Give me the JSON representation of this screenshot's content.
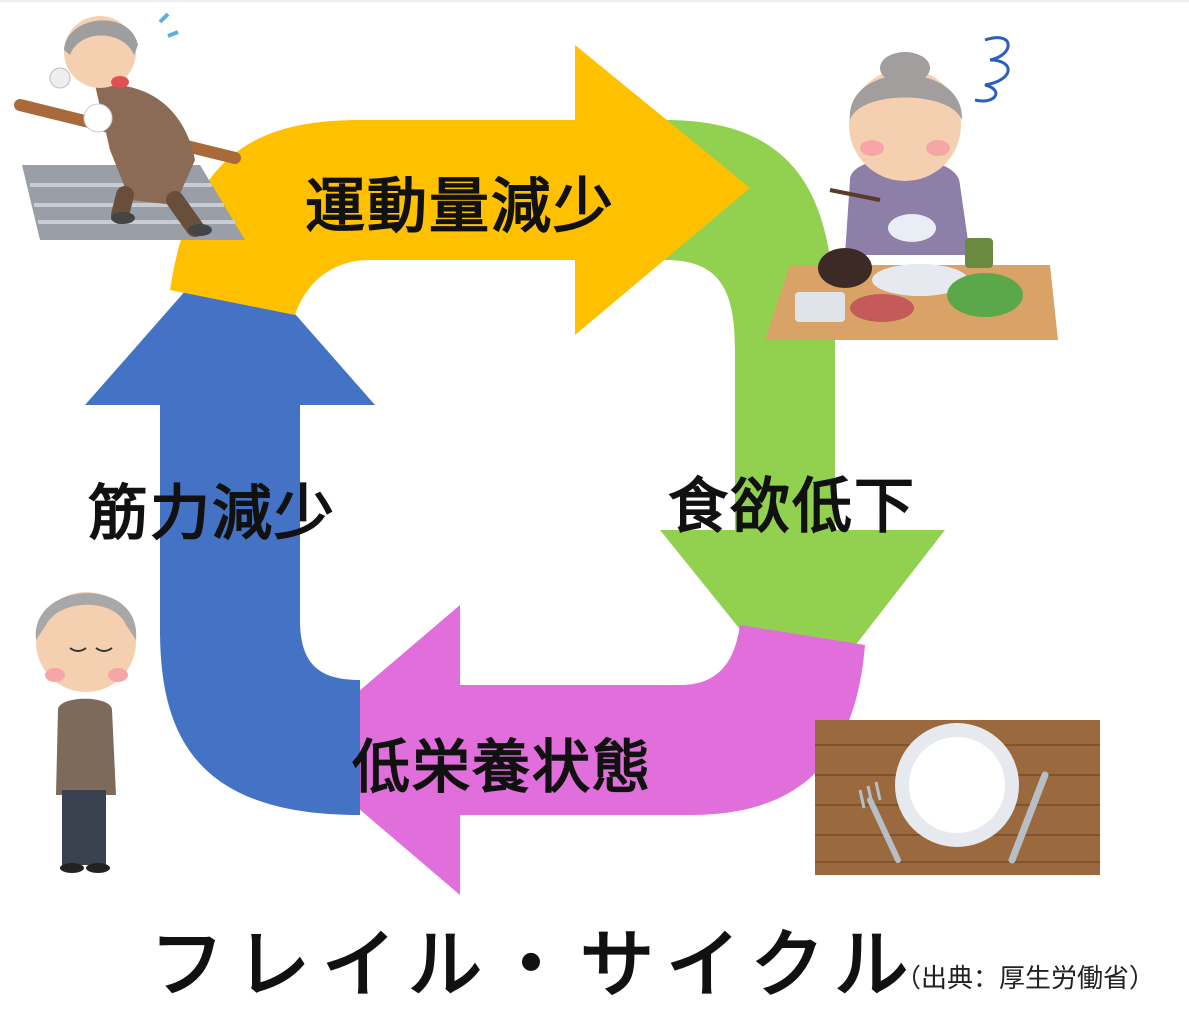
{
  "diagram": {
    "title": "フレイル・サイクル",
    "source": "（出典：厚生労働省）",
    "steps": [
      {
        "label": "運動量減少",
        "color": "#FFC000"
      },
      {
        "label": "食欲低下",
        "color": "#92D050"
      },
      {
        "label": "低栄養状態",
        "color": "#E06EDB"
      },
      {
        "label": "筋力減少",
        "color": "#4472C4"
      }
    ]
  },
  "illustrations": {
    "elderly_man_stairs": "elderly-man-climbing-stairs",
    "elderly_woman_eating": "elderly-woman-eating-meal",
    "elderly_man_standing": "elderly-man-standing",
    "empty_plate": "empty-plate-fork-knife"
  }
}
